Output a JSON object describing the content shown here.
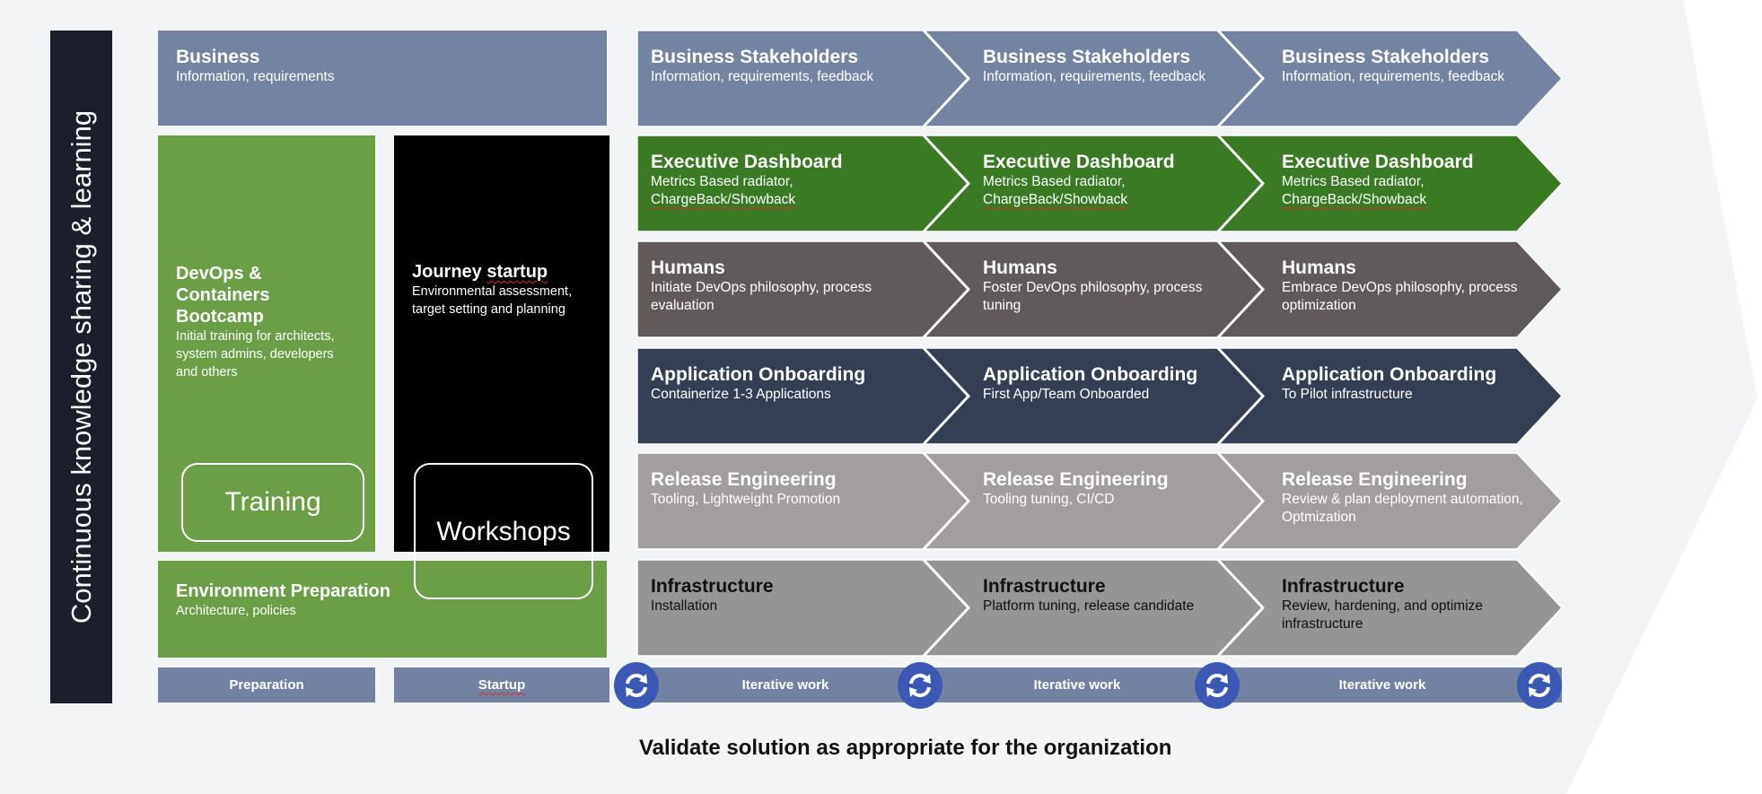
{
  "side_label": "Continuous knowledge sharing & learning",
  "business": {
    "title": "Business",
    "subtitle": "Information, requirements"
  },
  "bootcamp": {
    "title": "DevOps & Containers Bootcamp",
    "subtitle": "Initial training for architects, system admins, developers and others",
    "tag": "Training"
  },
  "journey": {
    "title_a": "Journey ",
    "title_b": "startup",
    "subtitle": "Environmental assessment, target setting  and planning",
    "tag": "Workshops"
  },
  "env_prep": {
    "title": "Environment Preparation",
    "subtitle": "Architecture, policies"
  },
  "phases": {
    "preparation": "Preparation",
    "startup": "Startup",
    "iterative": [
      "Iterative work",
      "Iterative work",
      "Iterative work"
    ]
  },
  "rows": [
    {
      "color": "#7483a0",
      "text_color": "#ffffff",
      "cells": [
        {
          "title": "Business Stakeholders",
          "subtitle": "Information, requirements, feedback"
        },
        {
          "title": "Business Stakeholders",
          "subtitle": "Information, requirements, feedback"
        },
        {
          "title": "Business Stakeholders",
          "subtitle": "Information, requirements, feedback"
        }
      ]
    },
    {
      "color": "#3a7a22",
      "text_color": "#ffffff",
      "cells": [
        {
          "title": "Executive Dashboard",
          "subtitle": "Metrics Based radiator, ChargeBack/Showback"
        },
        {
          "title": "Executive Dashboard",
          "subtitle": "Metrics Based radiator, ChargeBack/Showback"
        },
        {
          "title": "Executive Dashboard",
          "subtitle": "Metrics Based radiator, ChargeBack/Showback"
        }
      ]
    },
    {
      "color": "#605b5a",
      "text_color": "#ffffff",
      "cells": [
        {
          "title": "Humans",
          "subtitle": "Initiate DevOps philosophy, process evaluation"
        },
        {
          "title": "Humans",
          "subtitle": "Foster DevOps philosophy, process tuning"
        },
        {
          "title": "Humans",
          "subtitle": "Embrace DevOps philosophy, process optimization"
        }
      ]
    },
    {
      "color": "#353f53",
      "text_color": "#ffffff",
      "cells": [
        {
          "title": "Application Onboarding",
          "subtitle": "Containerize 1-3 Applications"
        },
        {
          "title": "Application Onboarding",
          "subtitle": "First App/Team Onboarded"
        },
        {
          "title": "Application Onboarding",
          "subtitle": "To Pilot infrastructure"
        }
      ]
    },
    {
      "color": "#a29e9d",
      "text_color": "#ffffff",
      "cells": [
        {
          "title": "Release Engineering",
          "subtitle": "Tooling, Lightweight Promotion"
        },
        {
          "title": "Release Engineering",
          "subtitle": "Tooling tuning, CI/CD"
        },
        {
          "title": "Release Engineering",
          "subtitle": "Review & plan deployment automation, Optmization"
        }
      ]
    },
    {
      "color": "#959595",
      "text_color": "#111111",
      "cells": [
        {
          "title": "Infrastructure",
          "subtitle": "Installation"
        },
        {
          "title": "Infrastructure",
          "subtitle": "Platform tuning, release candidate"
        },
        {
          "title": "Infrastructure",
          "subtitle": "Review, hardening, and optimize infrastructure"
        }
      ]
    }
  ],
  "footer": "Validate solution as appropriate for the organization",
  "icons": {
    "cycle": "refresh-cycle-icon"
  }
}
